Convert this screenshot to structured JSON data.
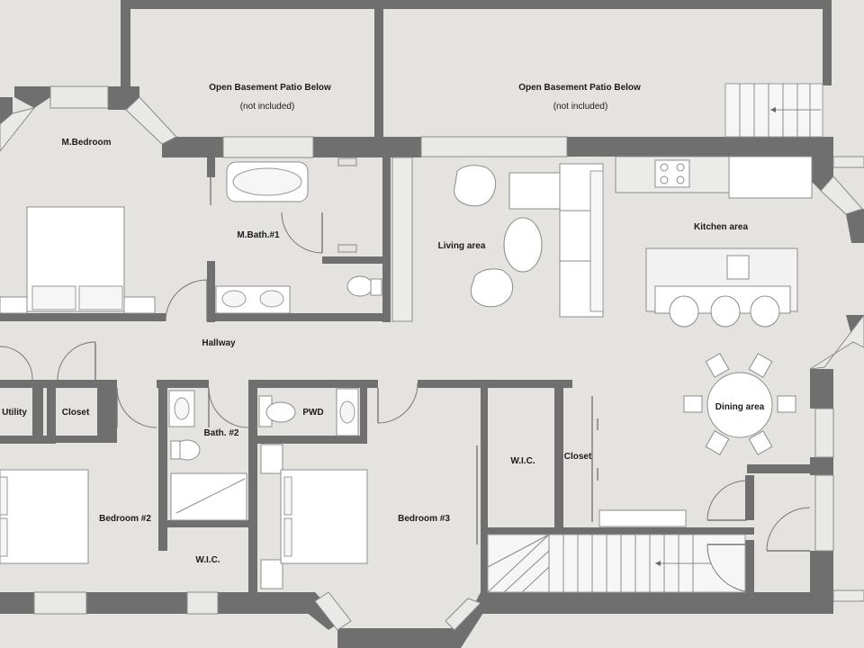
{
  "plan": {
    "labels": {
      "patio_left_title": "Open Basement Patio Below",
      "patio_left_note": "(not included)",
      "patio_right_title": "Open Basement Patio Below",
      "patio_right_note": "(not included)",
      "master_bedroom": "M.Bedroom",
      "master_bath": "M.Bath.#1",
      "living_area": "Living area",
      "kitchen_area": "Kitchen area",
      "hallway": "Hallway",
      "dining_area": "Dining area",
      "utility": "Utility",
      "closet_left": "Closet",
      "bath_2": "Bath. #2",
      "pwd": "PWD",
      "bedroom_2": "Bedroom #2",
      "wic_bedroom_2": "W.I.C.",
      "bedroom_3": "Bedroom #3",
      "wic_bedroom_3": "W.I.C.",
      "closet_right": "Closet"
    },
    "colors": {
      "wall": "#6f6f6f",
      "floor": "#e4e3e0",
      "furniture": "#ffffff"
    }
  }
}
